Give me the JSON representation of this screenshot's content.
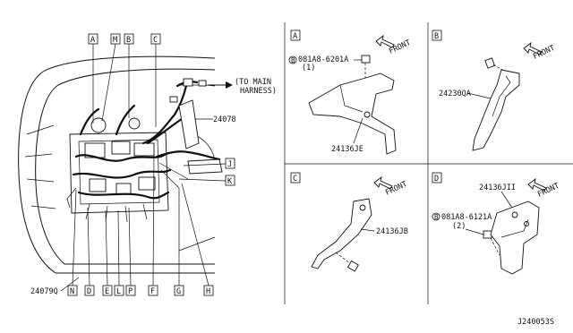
{
  "callouts_top": [
    "A",
    "M",
    "B",
    "C"
  ],
  "callouts_right": [
    "J",
    "K"
  ],
  "callouts_bottom": [
    "N",
    "D",
    "E",
    "L",
    "P",
    "F",
    "G",
    "H"
  ],
  "part_numbers": {
    "main_harness": "24078",
    "engine_room": "24079Q",
    "bracket_a": "24136JE",
    "bracket_b": "24230QA",
    "bracket_c": "24136JB",
    "bracket_d": "24136JII"
  },
  "main_harness_note": [
    "(TO MAIN",
    "HARNESS)"
  ],
  "bolts": {
    "a": {
      "number": "081A8-6201A",
      "qty": "(1)"
    },
    "d": {
      "number": "081A8-6121A",
      "qty": "(2)"
    }
  },
  "bolt_prefix": "B",
  "panels": [
    "A",
    "B",
    "C",
    "D"
  ],
  "front_label": "FRONT",
  "diagram_code": "J240053S"
}
